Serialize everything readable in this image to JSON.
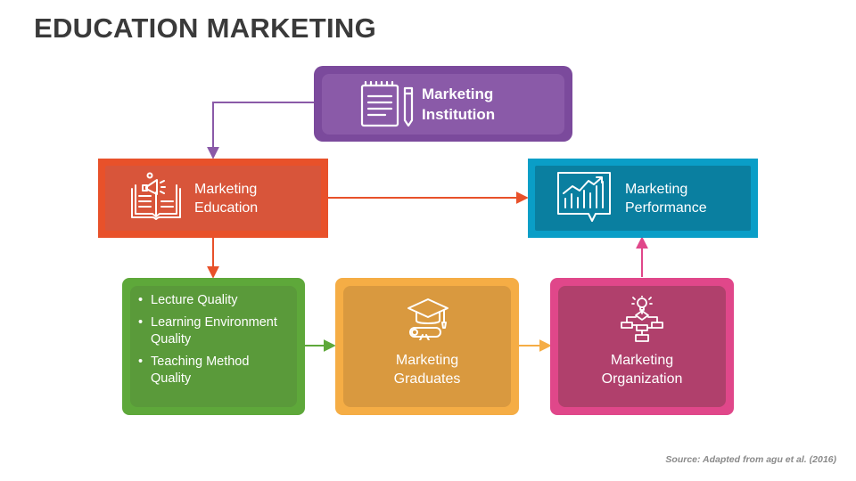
{
  "title": "EDUCATION MARKETING",
  "nodes": {
    "institution": {
      "label": "Marketing Institution",
      "line1": "Marketing",
      "line2": "Institution",
      "icon": "notepad-icon",
      "color": "#7b4a9c",
      "inner_color": "#8a5aa8"
    },
    "education": {
      "label": "Marketing Education",
      "line1": "Marketing",
      "line2": "Education",
      "icon": "book-megaphone-icon",
      "color": "#e8512a",
      "inner_color": "#d8553a"
    },
    "performance": {
      "label": "Marketing Performance",
      "line1": "Marketing",
      "line2": "Performance",
      "icon": "chart-speech-icon",
      "color": "#0a9ec7",
      "inner_color": "#0a7fa0"
    },
    "quality": {
      "items": [
        "Lecture Quality",
        "Learning Environment Quality",
        "Teaching Method Quality"
      ],
      "color": "#5ea83a",
      "inner_color": "#5a9a3a"
    },
    "graduates": {
      "line1": "Marketing",
      "line2": "Graduates",
      "icon": "graduation-cap-icon",
      "color": "#f5ad45",
      "inner_color": "#d9993f"
    },
    "organization": {
      "line1": "Marketing",
      "line2": "Organization",
      "icon": "bulb-flowchart-icon",
      "color": "#e0478a",
      "inner_color": "#b0406c"
    }
  },
  "source": "Source: Adapted from agu et al. (2016)"
}
